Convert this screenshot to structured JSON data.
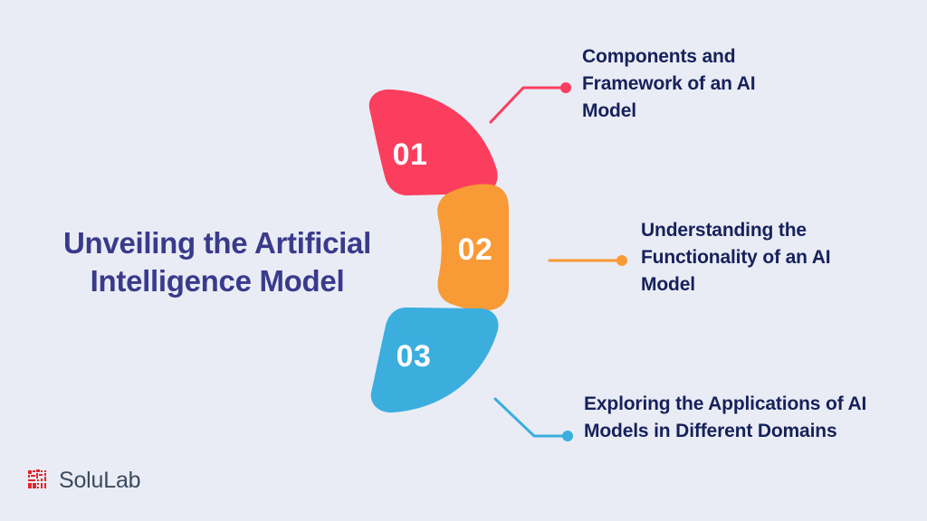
{
  "background_color": "#e9ecf5",
  "title": {
    "text": "Unveiling the Artificial Intelligence Model",
    "color": "#3a3a8c"
  },
  "steps": [
    {
      "number": "01",
      "label": "Components and Framework of an AI Model",
      "color": "#fb3e5e",
      "connector": "diagonal-up-then-horizontal"
    },
    {
      "number": "02",
      "label": "Understanding the Functionality of an AI Model",
      "color": "#f89a36",
      "connector": "horizontal"
    },
    {
      "number": "03",
      "label": "Exploring the Applications of AI Models in Different Domains",
      "color": "#3baede",
      "connector": "diagonal-down-then-horizontal"
    }
  ],
  "text_color": "#16215b",
  "logo": {
    "name": "SoluLab",
    "mark_color": "#e0262b",
    "text_color": "#3c4a5e"
  }
}
